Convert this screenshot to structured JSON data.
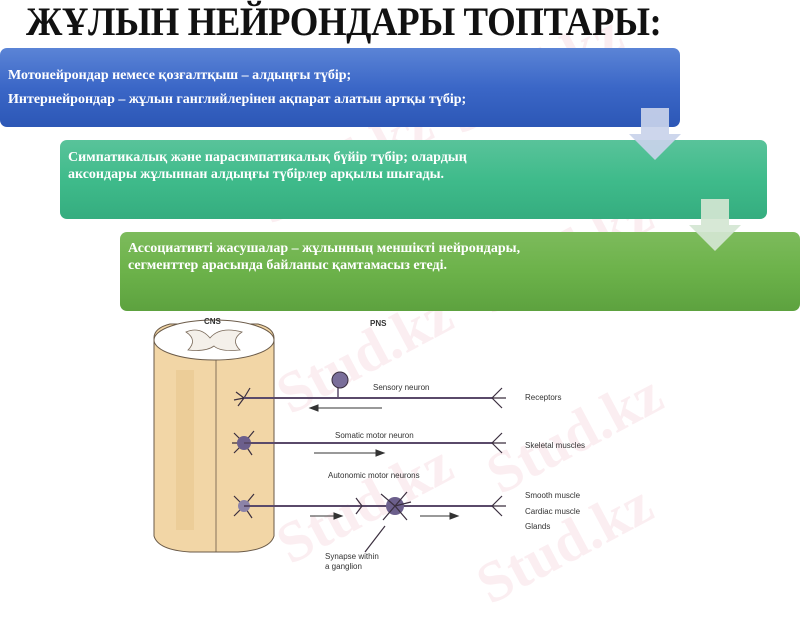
{
  "slide": {
    "title": "ЖҰЛЫН НЕЙРОНДАРЫ ТОПТАРЫ:",
    "boxes": [
      {
        "lines": [
          "Мотонейрондар немесе қозғалтқыш – алдыңғы түбір;",
          "Интернейрондар – жұлын ганглийлерінен ақпарат алатын артқы түбір;"
        ],
        "color": "#3b67c7"
      },
      {
        "lines": [
          "Симпатикалық және парасимпатикалық бүйір  түбір; олардың",
          "аксондары жұлыннан алдыңғы түбірлер арқылы шығады."
        ],
        "color": "#3fbb8b"
      },
      {
        "lines": [
          "Ассоциативті жасушалар – жұлынның меншікті нейрондары,",
          "сегменттер арасында байланыс қамтамасыз етеді."
        ],
        "color": "#6cb24a"
      }
    ],
    "arrow_icons": [
      "arrow-down-icon",
      "arrow-down-icon"
    ]
  },
  "diagram": {
    "cns_label": "CNS",
    "pns_label": "PNS",
    "neurons": [
      {
        "label": "Sensory neuron",
        "target": "Receptors",
        "direction": "left"
      },
      {
        "label": "Somatic motor neuron",
        "target": "Skeletal muscles",
        "direction": "right"
      },
      {
        "label": "Autonomic motor neurons",
        "targets": [
          "Smooth muscle",
          "Cardiac muscle",
          "Glands"
        ],
        "direction": "right"
      }
    ],
    "synapse_label_1": "Synapse within",
    "synapse_label_2": "a ganglion"
  },
  "watermark": "Stud.kz"
}
